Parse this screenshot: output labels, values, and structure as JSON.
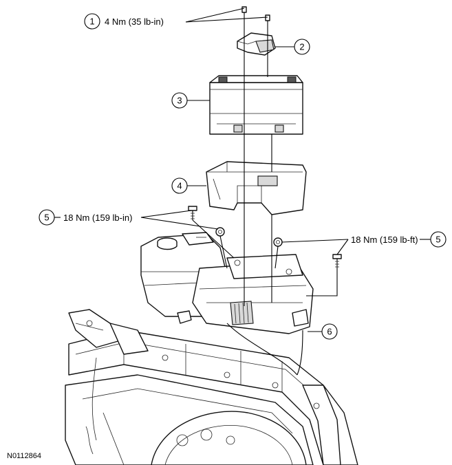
{
  "callouts": [
    {
      "id": "c1",
      "number": "1"
    },
    {
      "id": "c2",
      "number": "2"
    },
    {
      "id": "c3",
      "number": "3"
    },
    {
      "id": "c4",
      "number": "4"
    },
    {
      "id": "c5a",
      "number": "5"
    },
    {
      "id": "c5b",
      "number": "5"
    },
    {
      "id": "c6",
      "number": "6"
    }
  ],
  "torques": {
    "c1": "4 Nm (35 lb-in)",
    "c5a": "18 Nm (159 lb-in)",
    "c5b": "18 Nm (159 lb-ft)"
  },
  "reference_id": "N0112864",
  "colors": {
    "line": "#000000",
    "shade": "#d9d9d9",
    "background": "#ffffff"
  }
}
